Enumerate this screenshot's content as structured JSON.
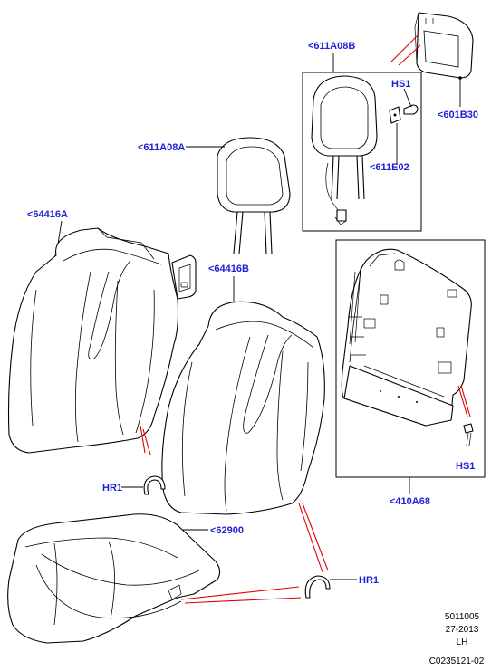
{
  "colors": {
    "callout": "#1f1fd6",
    "hint_line": "#e00000",
    "line": "#000000"
  },
  "callouts": {
    "top_headrest_cover": "<601B30",
    "headrest_in_box": "<611A08B",
    "hs1_top": "HS1",
    "guide_sleeve": "<611E02",
    "loose_headrest": "<611A08A",
    "left_backrest": "<64416A",
    "right_backrest": "<64416B",
    "back_panel_box": "<410A68",
    "hs1_bottom": "HS1",
    "hr1_left": "HR1",
    "cushion": "<62900",
    "hr1_right": "HR1"
  },
  "footer": {
    "line1": "5011005",
    "line2": "27-2013",
    "line3": "LH",
    "line4": "C0235121-02"
  }
}
